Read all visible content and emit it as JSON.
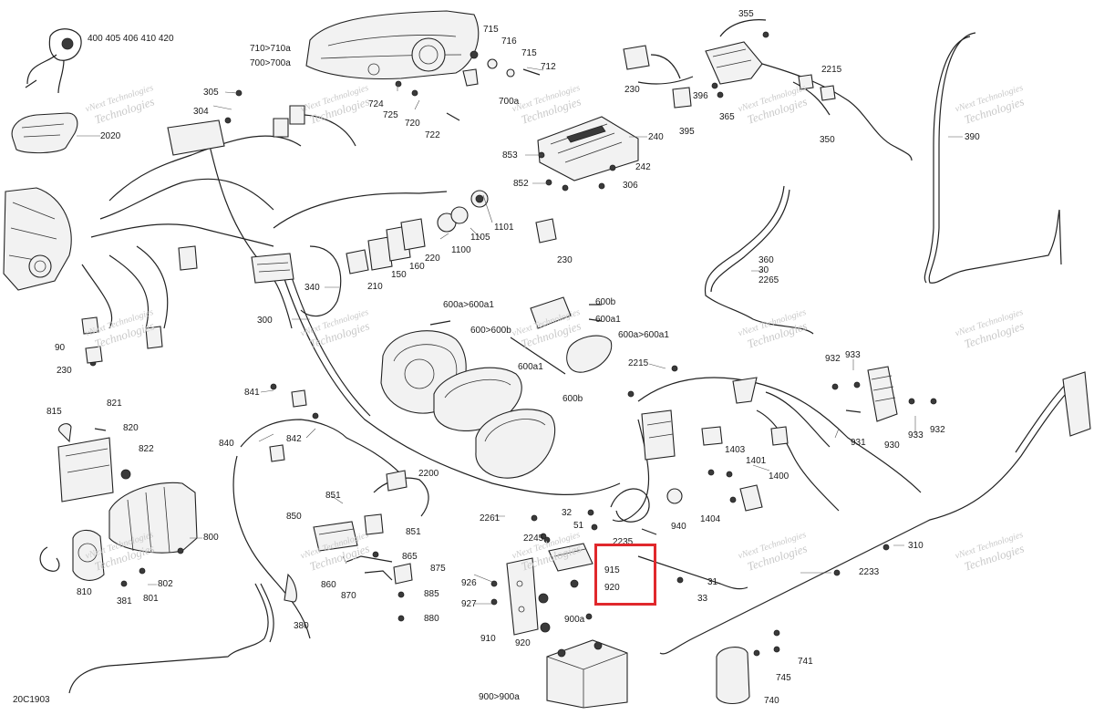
{
  "diagram": {
    "drawing_code": "20C1903",
    "watermark": {
      "line1": "vNext Technologies",
      "line2": "Technologies"
    },
    "highlight_color": "#e0282c",
    "callouts": [
      "400 405 406 410 420",
      "2020",
      "305",
      "304",
      "710>710a",
      "700>700a",
      "715",
      "716",
      "715",
      "712",
      "700a",
      "724",
      "725",
      "720",
      "722",
      "355",
      "230",
      "396",
      "2215",
      "365",
      "395",
      "350",
      "390",
      "240",
      "853",
      "242",
      "852",
      "306",
      "1101",
      "1105",
      "1100",
      "230",
      "220",
      "160",
      "150",
      "210",
      "340",
      "300",
      "90",
      "230",
      "360",
      "30",
      "2265",
      "600a>600a1",
      "600b",
      "600>600b",
      "600a1",
      "600a>600a1",
      "600a1",
      "600b",
      "2215",
      "932",
      "933",
      "931",
      "930",
      "933",
      "932",
      "841",
      "840",
      "842",
      "815",
      "821",
      "820",
      "822",
      "800",
      "810",
      "381",
      "801",
      "802",
      "380",
      "2200",
      "851",
      "850",
      "851",
      "865",
      "875",
      "860",
      "870",
      "885",
      "880",
      "2261",
      "32",
      "51",
      "2245",
      "2235",
      "915",
      "920",
      "926",
      "927",
      "910",
      "920",
      "900a",
      "900>900a",
      "940",
      "1403",
      "1401",
      "1400",
      "1404",
      "31",
      "33",
      "310",
      "2233",
      "741",
      "745",
      "740"
    ]
  }
}
